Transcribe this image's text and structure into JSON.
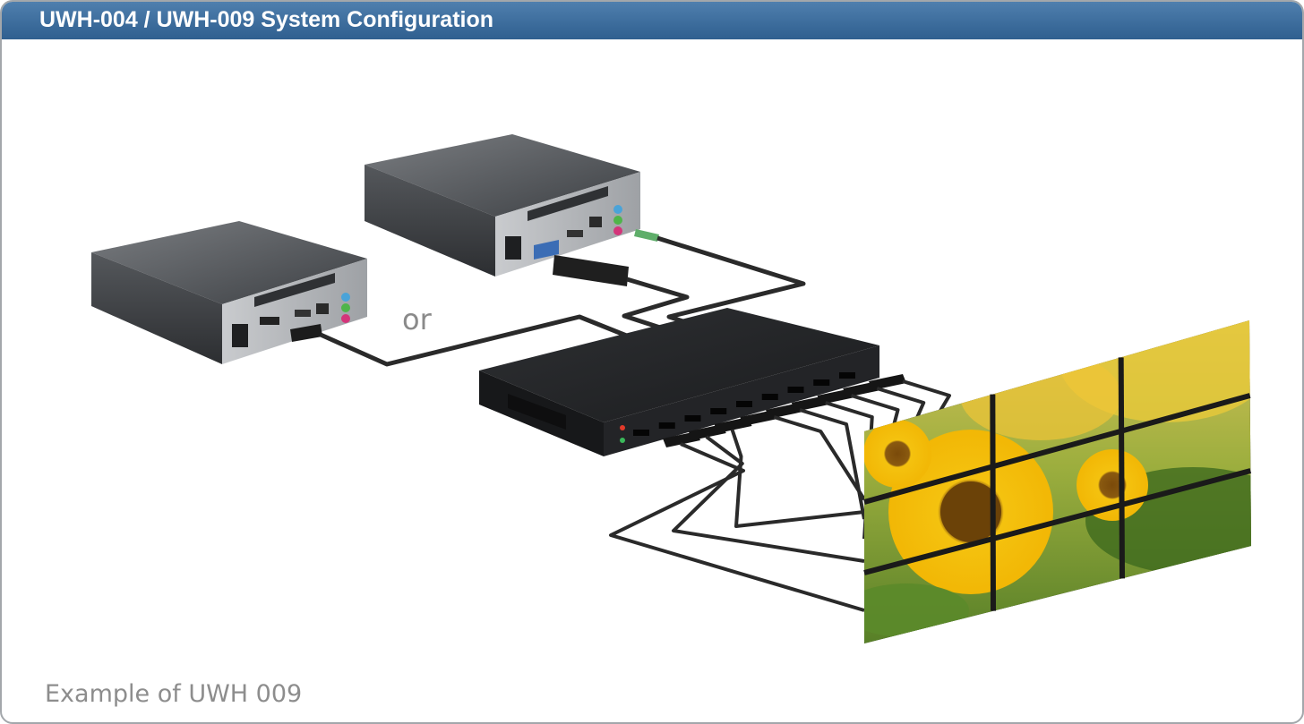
{
  "header": {
    "title": "UWH-004 / UWH-009 System Configuration"
  },
  "diagram": {
    "connector_word": "or",
    "caption": "Example of UWH 009",
    "sources": [
      "computer-left",
      "computer-right"
    ],
    "splitter": {
      "hdmi_outputs": 9
    },
    "video_wall": {
      "rows": 3,
      "cols": 3,
      "image": "sunflower"
    }
  }
}
